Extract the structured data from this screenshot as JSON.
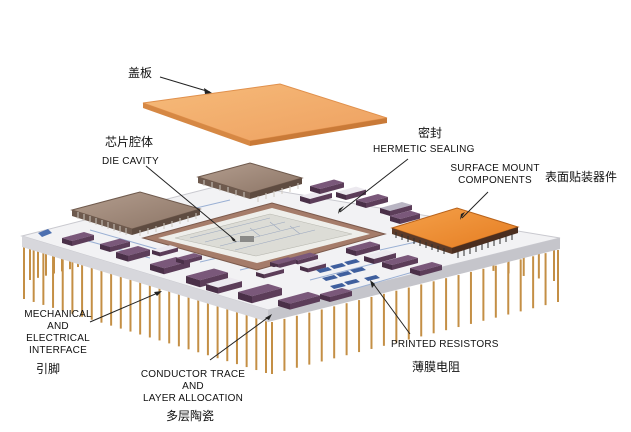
{
  "labels": {
    "lid_zh": "盖板",
    "die_cavity_zh": "芯片腔体",
    "die_cavity_en": "DIE CAVITY",
    "sealing_zh": "密封",
    "sealing_en": "HERMETIC SEALING",
    "smc_en_1": "SURFACE MOUNT",
    "smc_en_2": "COMPONENTS",
    "smc_zh": "表面贴装器件",
    "mech_en_1": "MECHANICAL",
    "mech_en_2": "AND",
    "mech_en_3": "ELECTRICAL",
    "mech_en_4": "INTERFACE",
    "mech_zh": "引脚",
    "cond_en_1": "CONDUCTOR TRACE",
    "cond_en_2": "AND",
    "cond_en_3": "LAYER ALLOCATION",
    "cond_zh": "多层陶瓷",
    "res_en": "PRINTED RESISTORS",
    "res_zh": "薄膜电阻"
  },
  "colors": {
    "lid": "#f2a964",
    "lid_edge": "#d98b46",
    "substrate": "#f3f3f5",
    "substrate_side": "#d9d9de",
    "pin": "#c9974e",
    "chip_package": "#a08878",
    "chip_smc": "#f08a2c",
    "component": "#6e4e6e",
    "seal_ring": "#9a7062",
    "trace": "#4c6fb0"
  }
}
